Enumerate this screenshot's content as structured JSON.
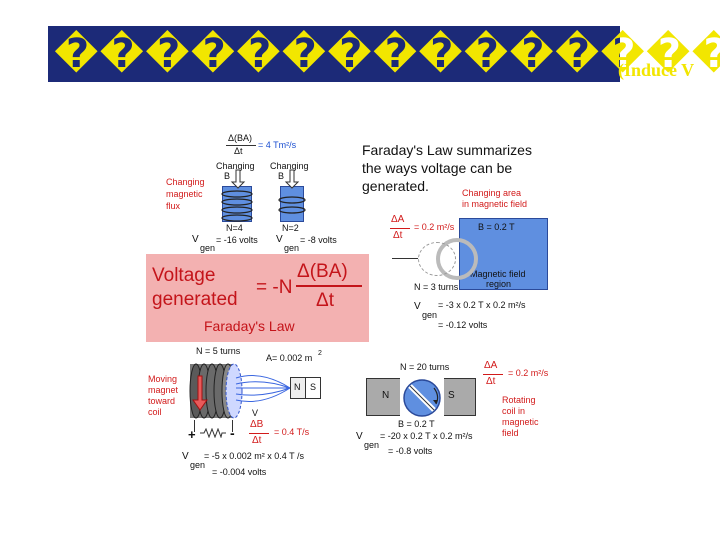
{
  "slide": {
    "title_glyphs": "���������������",
    "title_suffix": "(Induce V",
    "colors": {
      "title_bg": "#1c2a78",
      "title_text": "#f2e600",
      "formula_bg": "#f3b1b1",
      "coil_blue": "#5f8fe0",
      "label_red": "#d21a1a"
    }
  },
  "figure": {
    "changing_flux": {
      "delta_ba": "Δ(BA)",
      "delta_t": "Δt",
      "rate": "= 4 Tm²/s",
      "changing_b_1": "Changing",
      "changing_b_1b": "B",
      "changing_b_2": "Changing",
      "changing_b_2b": "B",
      "side_label_1": "Changing",
      "side_label_2": "magnetic",
      "side_label_3": "flux",
      "n1": "N=4",
      "n2": "N=2",
      "v1": "V",
      "v1_sub": "gen",
      "v1_val": "= -16 volts",
      "v2": "V",
      "v2_sub": "gen",
      "v2_val": "= -8 volts"
    },
    "summary": {
      "line1": "Faraday's Law summarizes",
      "line2": "the ways voltage can be",
      "line3": "generated."
    },
    "area": {
      "label_1": "Changing area",
      "label_2": "in magnetic field",
      "dA": "ΔA",
      "dt": "Δt",
      "rate": "= 0.2 m²/s",
      "b": "B = 0.2 T",
      "region_1": "Magnetic field",
      "region_2": "region",
      "turns": "N = 3 turns",
      "v": "V",
      "v_sub": "gen",
      "v_calc": "= -3 x 0.2 T x 0.2 m²/s",
      "v_val": "= -0.12 volts"
    },
    "formula": {
      "line1": "Voltage",
      "line2": "generated",
      "eq": "= -N",
      "num": "Δ(BA)",
      "den": "Δt",
      "caption": "Faraday's Law"
    },
    "moving_magnet": {
      "turns": "N = 5 turns",
      "area": "A= 0.002 m",
      "area_exp": "2",
      "label_1": "Moving",
      "label_2": "magnet",
      "label_3": "toward",
      "label_4": "coil",
      "pole_n": "N",
      "pole_s": "S",
      "v": "V",
      "plus": "+",
      "minus": "-",
      "dB": "ΔB",
      "dt": "Δt",
      "rate": "= 0.4 T/s",
      "vgen": "V",
      "vgen_sub": "gen",
      "calc": "= -5 x 0.002 m² x 0.4 T /s",
      "val": "= -0.004 volts"
    },
    "rotating": {
      "turns": "N = 20 turns",
      "dA": "ΔA",
      "dt": "Δt",
      "rate": "= 0.2 m²/s",
      "pole_n": "N",
      "pole_s": "S",
      "b": "B = 0.2 T",
      "label_1": "Rotating",
      "label_2": "coil in",
      "label_3": "magnetic",
      "label_4": "field",
      "v": "V",
      "v_sub": "gen",
      "calc": "= -20 x 0.2 T x 0.2 m²/s",
      "val": "= -0.8 volts"
    }
  }
}
